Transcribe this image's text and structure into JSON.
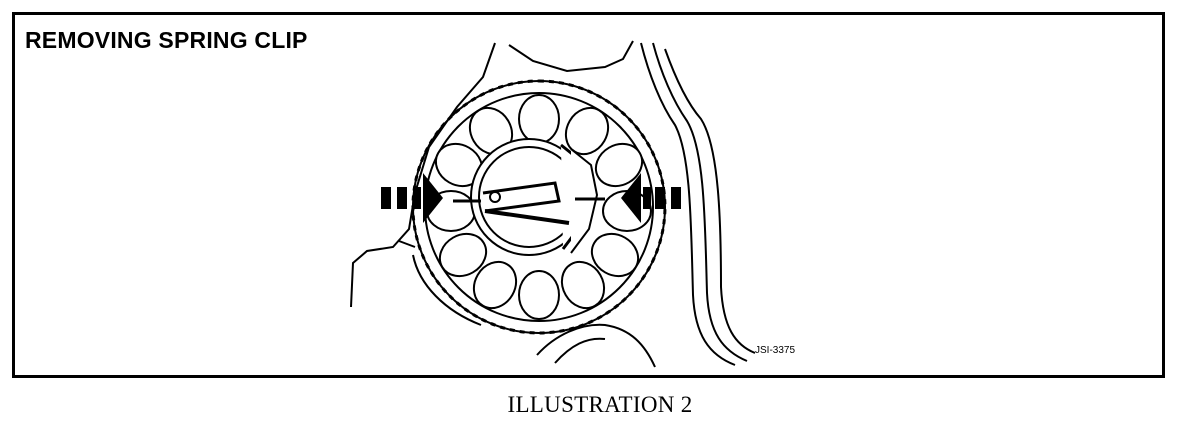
{
  "figure": {
    "title": "REMOVING SPRING CLIP",
    "reference_code": "JSI-3375",
    "caption": "ILLUSTRATION 2"
  },
  "drawing": {
    "subject": "gear-assembly-with-spring-clip",
    "arrow_count": 2,
    "line_color": "#000000",
    "background_color": "#ffffff"
  }
}
